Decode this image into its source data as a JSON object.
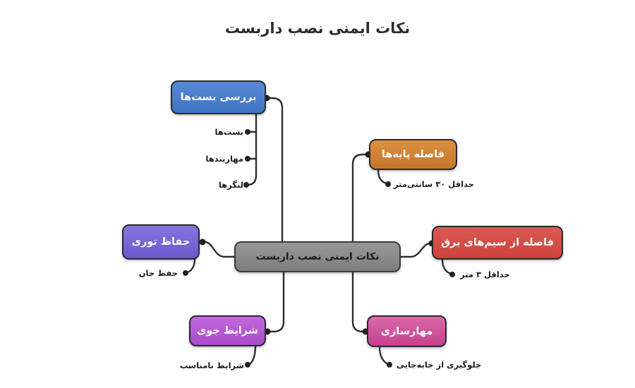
{
  "title": "نکات ایمنی نصب داربست",
  "center_node": {
    "label": "نکات ایمنی نصب داربست",
    "color": "#8a8a8a"
  },
  "branches": [
    {
      "id": "check-clamps",
      "label": "بررسی بست‌ها",
      "color": "#4a7ccd",
      "children": [
        "بست‌ها",
        "مهاربندها",
        "لنگرها"
      ]
    },
    {
      "id": "base-spacing",
      "label": "فاصله پایه‌ها",
      "color": "#d2873b",
      "children": [
        "حداقل ۳۰ سانتی‌متر"
      ]
    },
    {
      "id": "power-lines",
      "label": "فاصله از سیم‌های برق",
      "color": "#d6504a",
      "children": [
        "حداقل ۳ متر"
      ]
    },
    {
      "id": "mesh-guard",
      "label": "حفاظ توری",
      "color": "#7b68d8",
      "children": [
        "حفظ جان"
      ]
    },
    {
      "id": "weather",
      "label": "شرایط جوی",
      "color": "#bb60d8",
      "children": [
        "شرایط نامناسب"
      ]
    },
    {
      "id": "bracing",
      "label": "مهارسازی",
      "color": "#d25a9e",
      "children": [
        "جلوگیری از جابه‌جایی"
      ]
    }
  ],
  "line_color": "#2e2e2e"
}
